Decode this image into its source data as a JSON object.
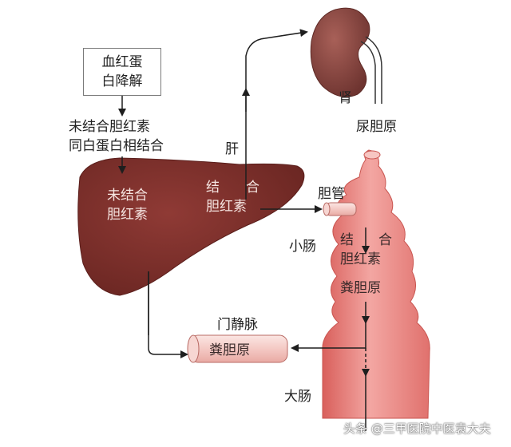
{
  "labels": {
    "heme_breakdown": [
      "血红蛋",
      "白降解"
    ],
    "unconjugated_albumin": [
      "未结合胆红素",
      "同白蛋白相结合"
    ],
    "liver_caption": "肝",
    "unconjugated_in_liver": [
      "未结合",
      "胆红素"
    ],
    "conjugated_in_liver": [
      "结",
      "合",
      "胆红素"
    ],
    "bile_duct": "胆管",
    "kidney": "肾",
    "urobilinogen": "尿胆原",
    "small_intestine": "小肠",
    "conjugated_in_intestine": [
      "结",
      "合",
      "胆红素"
    ],
    "stercobilinogen_intestine": "粪胆原",
    "portal_vein": "门静脉",
    "stercobilinogen_portal": "粪胆原",
    "large_intestine": "大肠"
  },
  "watermark": "头条 @三甲医院中医袁大夫",
  "colors": {
    "liver": "#7a2e2a",
    "kidney": "#8a4a44",
    "intestine": "#ea8a86",
    "arrow": "#1e1e1e"
  }
}
